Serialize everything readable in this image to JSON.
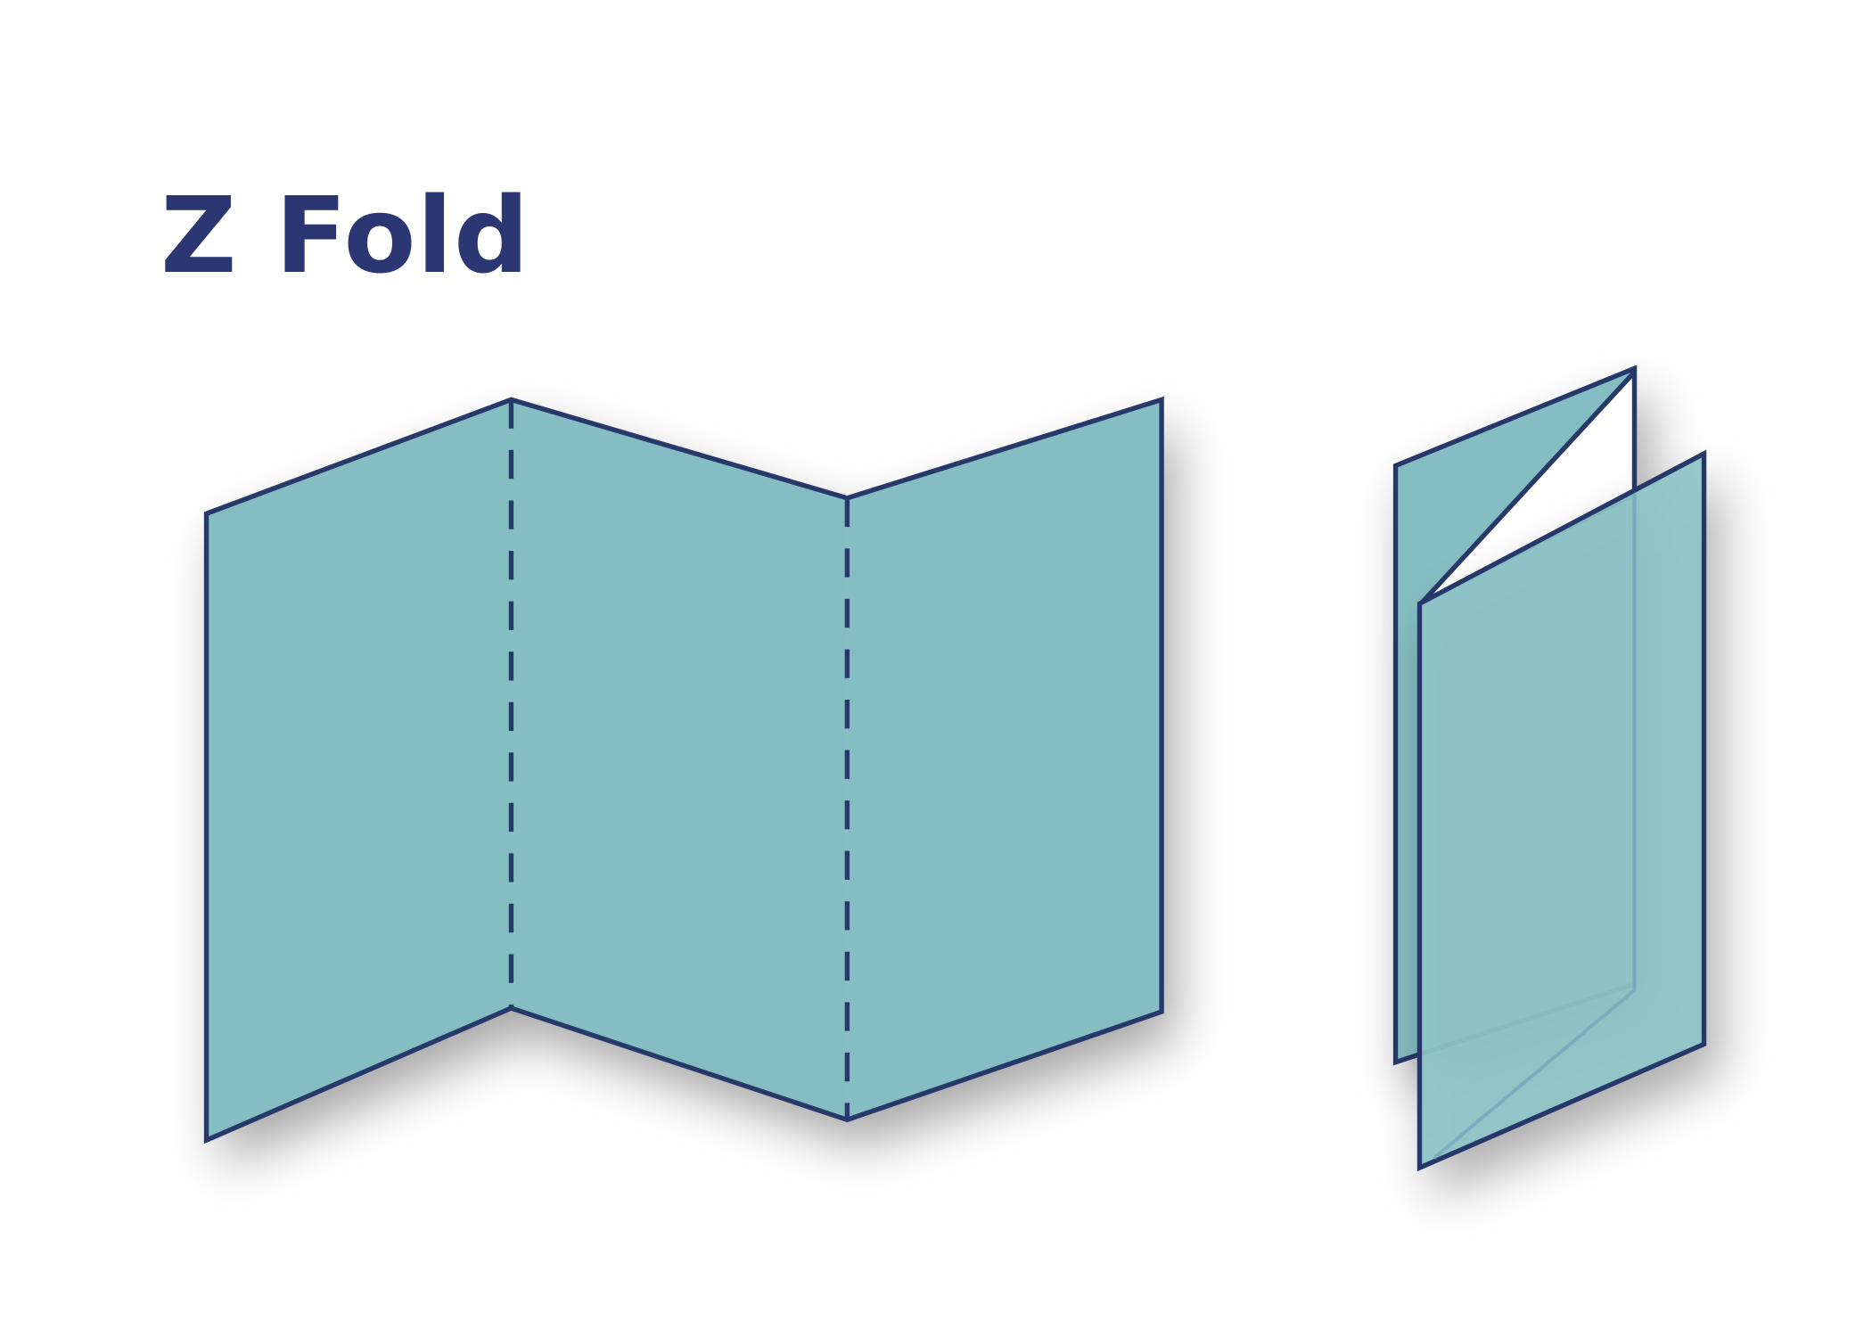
{
  "title": "Z Fold",
  "colors": {
    "panel_fill": "#85bec2",
    "front_panel_fill": "#8ec4c7",
    "outline": "#27386b",
    "title": "#2b3772",
    "background": "#ffffff"
  },
  "diagram": {
    "unfolded": {
      "panels": 3,
      "fold_lines": 2
    },
    "folded": {
      "panels": 3
    }
  }
}
